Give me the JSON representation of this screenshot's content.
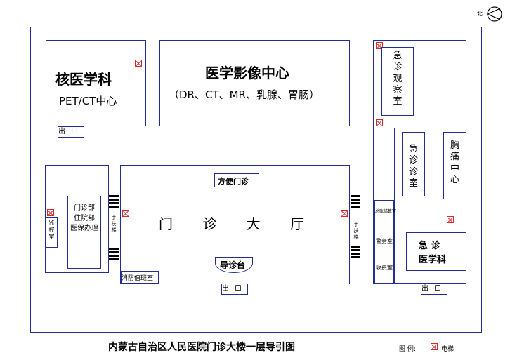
{
  "compass": {
    "label": "北"
  },
  "rooms": {
    "nuclear": {
      "line1": "核医学科",
      "line2": "PET/CT中心"
    },
    "imaging": {
      "line1": "医学影像中心",
      "line2": "（DR、CT、MR、乳腺、胃肠）"
    },
    "er_obs": {
      "chars": [
        "急",
        "诊",
        "观",
        "察",
        "室"
      ]
    },
    "er_clinic": {
      "chars": [
        "急",
        "诊",
        "诊",
        "室"
      ]
    },
    "chest_pain": {
      "chars": [
        "胸",
        "痛",
        "中",
        "心"
      ]
    },
    "er_dept": {
      "line1": "急 诊",
      "line2": "医学科"
    },
    "outpatient_office": {
      "lines": [
        "门诊部",
        "住院部",
        "医保办理"
      ]
    },
    "monitor": {
      "chars": [
        "监",
        "控",
        "室"
      ]
    },
    "convenience": {
      "label": "方便门诊"
    },
    "hall": {
      "label": "门 诊 大 厅"
    },
    "guide_desk": {
      "label": "导诊台"
    },
    "fire_duty": {
      "label": "消防值班室"
    },
    "finance": {
      "label": "总账结算室"
    },
    "police": {
      "label": "警务室"
    },
    "cashier": {
      "label": "收费室"
    },
    "escalator_left": {
      "chars": [
        "手",
        "扶",
        "梯"
      ]
    },
    "escalator_right": {
      "chars": [
        "手",
        "扶",
        "梯"
      ]
    }
  },
  "exits": {
    "label": "出口"
  },
  "footer": {
    "title": "内蒙古自治区人民医院门诊大楼一层导引图",
    "legend_prefix": "图  例:",
    "legend_label": "电梯"
  },
  "colors": {
    "wall": "#1f2e8f",
    "elevator": "#d62b2b"
  }
}
